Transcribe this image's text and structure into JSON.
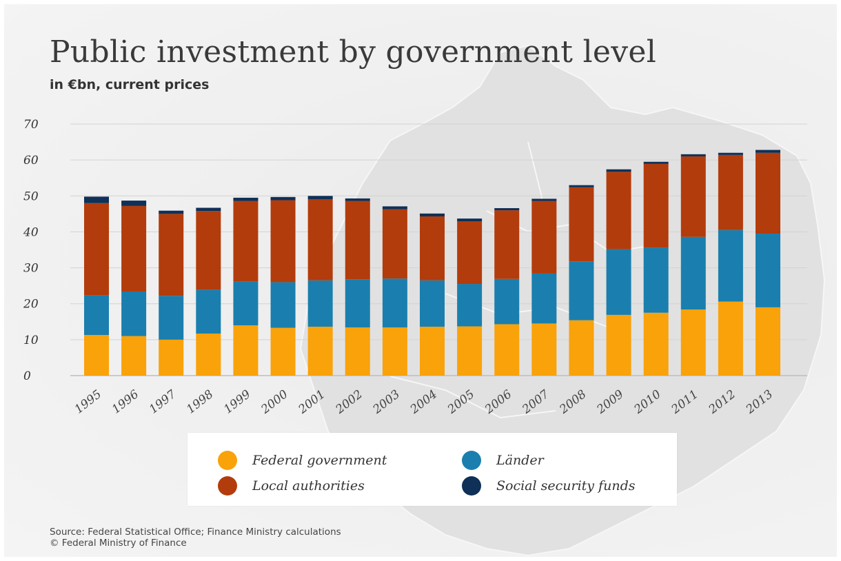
{
  "title": "Public investment by government level",
  "subtitle": "in €bn, current prices",
  "legend": {
    "items": [
      {
        "label": "Federal government",
        "color": "#f9a20a"
      },
      {
        "label": "Länder",
        "color": "#1a7fae"
      },
      {
        "label": "Local authorities",
        "color": "#b33c0c"
      },
      {
        "label": "Social security funds",
        "color": "#0f3057"
      }
    ]
  },
  "source": {
    "line1": "Source: Federal Statistical Office; Finance Ministry calculations",
    "line2": "© Federal Ministry of Finance"
  },
  "chart_data": {
    "type": "bar",
    "stacked": true,
    "categories": [
      "1995",
      "1996",
      "1997",
      "1998",
      "1999",
      "2000",
      "2001",
      "2002",
      "2003",
      "2004",
      "2005",
      "2006",
      "2007",
      "2008",
      "2009",
      "2010",
      "2011",
      "2012",
      "2013"
    ],
    "series": [
      {
        "name": "Federal government",
        "color": "#f9a20a",
        "values": [
          11.3,
          11.0,
          10.0,
          11.7,
          14.0,
          13.3,
          13.6,
          13.4,
          13.4,
          13.6,
          13.7,
          14.3,
          14.5,
          15.4,
          16.9,
          17.5,
          18.4,
          20.6,
          19.0
        ]
      },
      {
        "name": "Länder",
        "color": "#1a7fae",
        "values": [
          11.0,
          12.4,
          12.2,
          12.2,
          12.2,
          12.7,
          12.9,
          13.4,
          13.6,
          12.9,
          11.8,
          12.6,
          13.9,
          16.4,
          18.3,
          18.1,
          20.2,
          19.9,
          20.5
        ]
      },
      {
        "name": "Local authorities",
        "color": "#b33c0c",
        "values": [
          25.7,
          23.8,
          22.8,
          21.9,
          22.4,
          22.8,
          22.6,
          21.8,
          19.3,
          17.8,
          17.4,
          19.1,
          20.2,
          20.6,
          21.5,
          23.3,
          22.4,
          20.9,
          22.5
        ]
      },
      {
        "name": "Social security funds",
        "color": "#0f3057",
        "values": [
          1.8,
          1.5,
          0.9,
          0.9,
          0.9,
          0.9,
          0.9,
          0.7,
          0.8,
          0.8,
          0.8,
          0.6,
          0.6,
          0.6,
          0.7,
          0.6,
          0.6,
          0.6,
          0.8
        ]
      }
    ],
    "yticks": [
      "0",
      "10",
      "20",
      "30",
      "40",
      "50",
      "60",
      "70"
    ],
    "ylim": [
      0,
      70
    ],
    "grid": true,
    "legend_position": "bottom"
  }
}
